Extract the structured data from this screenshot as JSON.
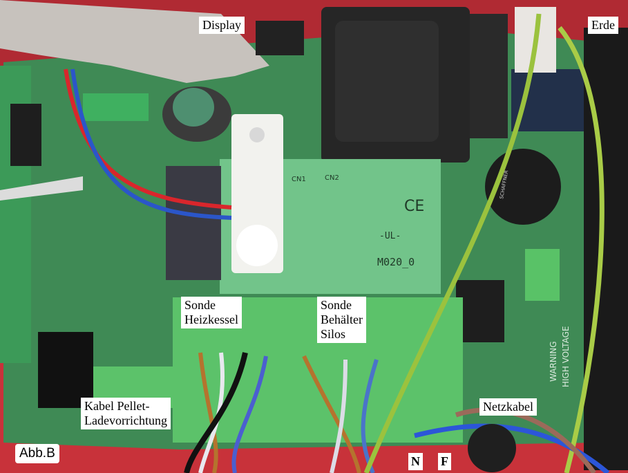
{
  "figure_number": "Abb.B",
  "labels": {
    "display": "Display",
    "earth": "Erde",
    "probe_boiler_line1": "Sonde",
    "probe_boiler_line2": "Heizkessel",
    "probe_silo_line1": "Sonde",
    "probe_silo_line2": "Behälter",
    "probe_silo_line3": "Silos",
    "pellet_cable_line1": "Kabel Pellet-",
    "pellet_cable_line2": "Ladevorrichtung",
    "mains_cable": "Netzkabel",
    "neutral": "N",
    "phase": "F"
  },
  "board_markings": {
    "module_code": "M020_0",
    "ul_mark": "-UL-",
    "ce_mark": "CE",
    "connector_cn1": "CN1",
    "connector_cn2": "CN2",
    "warning_line1": "WARNING",
    "warning_line2": "HIGH VOLTAGE",
    "filter_brand": "SCHAFFNER"
  },
  "colors": {
    "background_red": "#c8323a",
    "pcb_green": "#3f8a55",
    "daughterboard_green": "#72c48a",
    "terminal_green": "#5cc26a",
    "transformer_black": "#262626"
  }
}
